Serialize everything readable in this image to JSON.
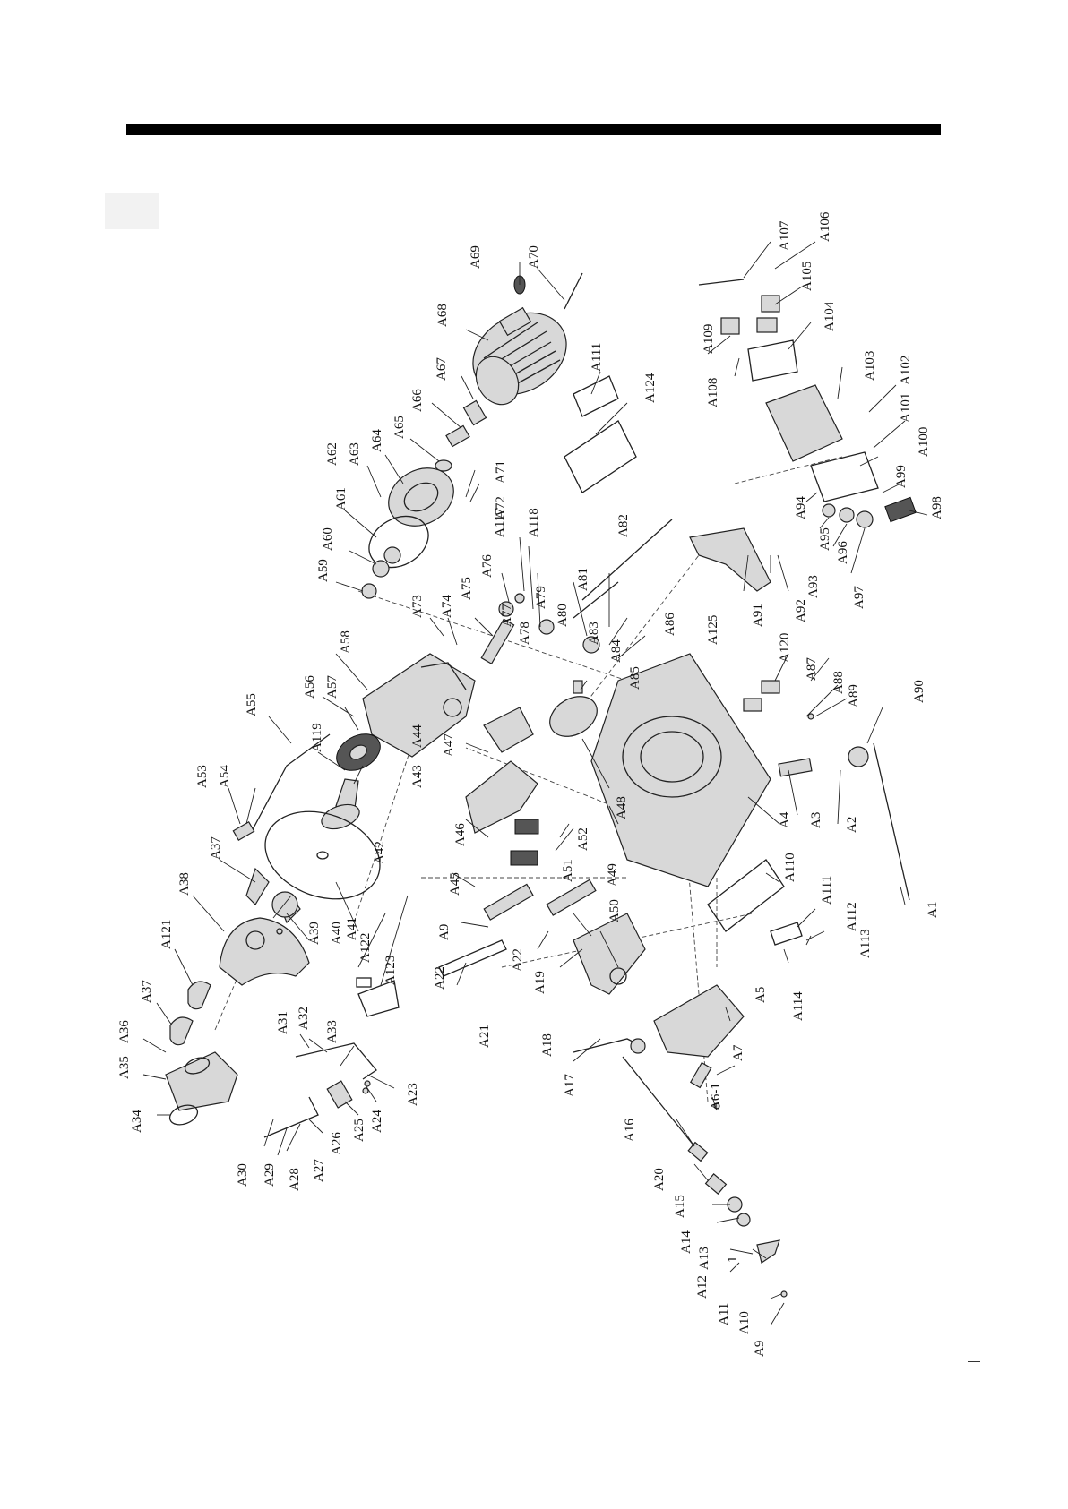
{
  "diagram": {
    "labels": [
      {
        "id": "A1",
        "text": "A1"
      },
      {
        "id": "A2",
        "text": "A2"
      },
      {
        "id": "A3",
        "text": "A3"
      },
      {
        "id": "A4",
        "text": "A4"
      },
      {
        "id": "A5",
        "text": "A5"
      },
      {
        "id": "A6-1",
        "text": "A6-1"
      },
      {
        "id": "A7",
        "text": "A7"
      },
      {
        "id": "A9a",
        "text": "A9"
      },
      {
        "id": "A9b",
        "text": "A9"
      },
      {
        "id": "A10",
        "text": "A10"
      },
      {
        "id": "A11",
        "text": "A11"
      },
      {
        "id": "A12",
        "text": "A12"
      },
      {
        "id": "A13",
        "text": "A13"
      },
      {
        "id": "A14",
        "text": "A14"
      },
      {
        "id": "A15",
        "text": "A15"
      },
      {
        "id": "A16",
        "text": "A16"
      },
      {
        "id": "A17",
        "text": "A17"
      },
      {
        "id": "A18",
        "text": "A18"
      },
      {
        "id": "A19",
        "text": "A19"
      },
      {
        "id": "A20",
        "text": "A20"
      },
      {
        "id": "A21",
        "text": "A21"
      },
      {
        "id": "A22a",
        "text": "A22"
      },
      {
        "id": "A22b",
        "text": "A22"
      },
      {
        "id": "A23",
        "text": "A23"
      },
      {
        "id": "A24",
        "text": "A24"
      },
      {
        "id": "A25",
        "text": "A25"
      },
      {
        "id": "A26",
        "text": "A26"
      },
      {
        "id": "A27",
        "text": "A27"
      },
      {
        "id": "A28",
        "text": "A28"
      },
      {
        "id": "A29",
        "text": "A29"
      },
      {
        "id": "A30",
        "text": "A30"
      },
      {
        "id": "A31",
        "text": "A31"
      },
      {
        "id": "A32",
        "text": "A32"
      },
      {
        "id": "A33",
        "text": "A33"
      },
      {
        "id": "A34",
        "text": "A34"
      },
      {
        "id": "A35",
        "text": "A35"
      },
      {
        "id": "A36",
        "text": "A36"
      },
      {
        "id": "A37a",
        "text": "A37"
      },
      {
        "id": "A37b",
        "text": "A37"
      },
      {
        "id": "A38",
        "text": "A38"
      },
      {
        "id": "A39",
        "text": "A39"
      },
      {
        "id": "A40",
        "text": "A40"
      },
      {
        "id": "A41",
        "text": "A41"
      },
      {
        "id": "A42",
        "text": "A42"
      },
      {
        "id": "A43",
        "text": "A43"
      },
      {
        "id": "A44",
        "text": "A44"
      },
      {
        "id": "A45",
        "text": "A45"
      },
      {
        "id": "A46",
        "text": "A46"
      },
      {
        "id": "A47",
        "text": "A47"
      },
      {
        "id": "A48",
        "text": "A48"
      },
      {
        "id": "A49",
        "text": "A49"
      },
      {
        "id": "A50",
        "text": "A50"
      },
      {
        "id": "A51",
        "text": "A51"
      },
      {
        "id": "A52",
        "text": "A52"
      },
      {
        "id": "A53",
        "text": "A53"
      },
      {
        "id": "A54",
        "text": "A54"
      },
      {
        "id": "A55",
        "text": "A55"
      },
      {
        "id": "A56",
        "text": "A56"
      },
      {
        "id": "A57",
        "text": "A57"
      },
      {
        "id": "A58",
        "text": "A58"
      },
      {
        "id": "A59",
        "text": "A59"
      },
      {
        "id": "A60",
        "text": "A60"
      },
      {
        "id": "A61",
        "text": "A61"
      },
      {
        "id": "A62",
        "text": "A62"
      },
      {
        "id": "A63",
        "text": "A63"
      },
      {
        "id": "A64",
        "text": "A64"
      },
      {
        "id": "A65",
        "text": "A65"
      },
      {
        "id": "A66",
        "text": "A66"
      },
      {
        "id": "A67",
        "text": "A67"
      },
      {
        "id": "A68",
        "text": "A68"
      },
      {
        "id": "A69",
        "text": "A69"
      },
      {
        "id": "A70",
        "text": "A70"
      },
      {
        "id": "A71",
        "text": "A71"
      },
      {
        "id": "A72",
        "text": "A72"
      },
      {
        "id": "A73",
        "text": "A73"
      },
      {
        "id": "A74",
        "text": "A74"
      },
      {
        "id": "A75",
        "text": "A75"
      },
      {
        "id": "A76",
        "text": "A76"
      },
      {
        "id": "A77",
        "text": "A77"
      },
      {
        "id": "A78",
        "text": "A78"
      },
      {
        "id": "A79",
        "text": "A79"
      },
      {
        "id": "A80",
        "text": "A80"
      },
      {
        "id": "A81",
        "text": "A81"
      },
      {
        "id": "A82",
        "text": "A82"
      },
      {
        "id": "A83",
        "text": "A83"
      },
      {
        "id": "A84",
        "text": "A84"
      },
      {
        "id": "A85",
        "text": "A85"
      },
      {
        "id": "A86",
        "text": "A86"
      },
      {
        "id": "A87",
        "text": "A87"
      },
      {
        "id": "A88",
        "text": "A88"
      },
      {
        "id": "A89",
        "text": "A89"
      },
      {
        "id": "A90",
        "text": "A90"
      },
      {
        "id": "A91",
        "text": "A91"
      },
      {
        "id": "A92",
        "text": "A92"
      },
      {
        "id": "A93",
        "text": "A93"
      },
      {
        "id": "A94",
        "text": "A94"
      },
      {
        "id": "A95",
        "text": "A95"
      },
      {
        "id": "A96",
        "text": "A96"
      },
      {
        "id": "A97",
        "text": "A97"
      },
      {
        "id": "A98",
        "text": "A98"
      },
      {
        "id": "A99",
        "text": "A99"
      },
      {
        "id": "A100",
        "text": "A100"
      },
      {
        "id": "A101",
        "text": "A101"
      },
      {
        "id": "A102",
        "text": "A102"
      },
      {
        "id": "A103",
        "text": "A103"
      },
      {
        "id": "A104",
        "text": "A104"
      },
      {
        "id": "A105",
        "text": "A105"
      },
      {
        "id": "A106",
        "text": "A106"
      },
      {
        "id": "A107",
        "text": "A107"
      },
      {
        "id": "A108",
        "text": "A108"
      },
      {
        "id": "A109",
        "text": "A109"
      },
      {
        "id": "A110",
        "text": "A110"
      },
      {
        "id": "A111a",
        "text": "A111"
      },
      {
        "id": "A111b",
        "text": "A111"
      },
      {
        "id": "A112",
        "text": "A112"
      },
      {
        "id": "A113",
        "text": "A113"
      },
      {
        "id": "A114",
        "text": "A114"
      },
      {
        "id": "A117",
        "text": "A117"
      },
      {
        "id": "A118",
        "text": "A118"
      },
      {
        "id": "A119",
        "text": "A119"
      },
      {
        "id": "A120",
        "text": "A120"
      },
      {
        "id": "A121",
        "text": "A121"
      },
      {
        "id": "A122",
        "text": "A122"
      },
      {
        "id": "A123",
        "text": "A123"
      },
      {
        "id": "A124",
        "text": "A124"
      },
      {
        "id": "A125",
        "text": "A125"
      },
      {
        "id": "L1",
        "text": "1"
      }
    ]
  },
  "colors": {
    "ink": "#111111",
    "paper": "#ffffff",
    "bar": "#000000"
  }
}
